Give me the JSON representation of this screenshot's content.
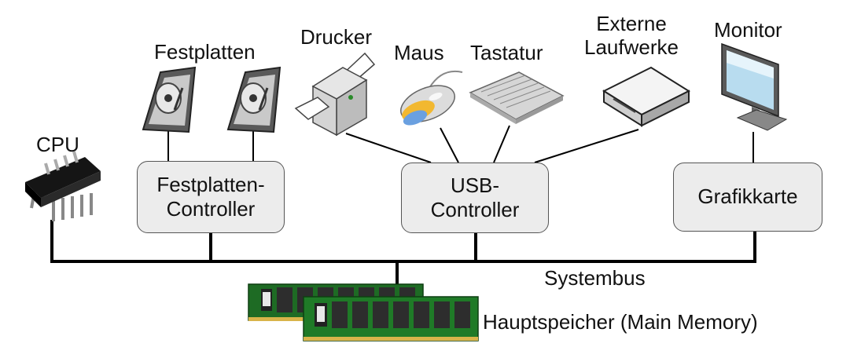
{
  "cpu": {
    "label": "CPU"
  },
  "disks": {
    "label": "Festplatten"
  },
  "printer": {
    "label": "Drucker"
  },
  "mouse": {
    "label": "Maus"
  },
  "keyboard": {
    "label": "Tastatur"
  },
  "external_drives": {
    "line1": "Externe",
    "line2": "Laufwerke"
  },
  "monitor": {
    "label": "Monitor"
  },
  "disk_controller": {
    "line1": "Festplatten-",
    "line2": "Controller"
  },
  "usb_controller": {
    "line1": "USB-",
    "line2": "Controller"
  },
  "graphics_card": {
    "label": "Grafikkarte"
  },
  "bus": {
    "label": "Systembus"
  },
  "memory": {
    "label": "Hauptspeicher (Main Memory)"
  }
}
